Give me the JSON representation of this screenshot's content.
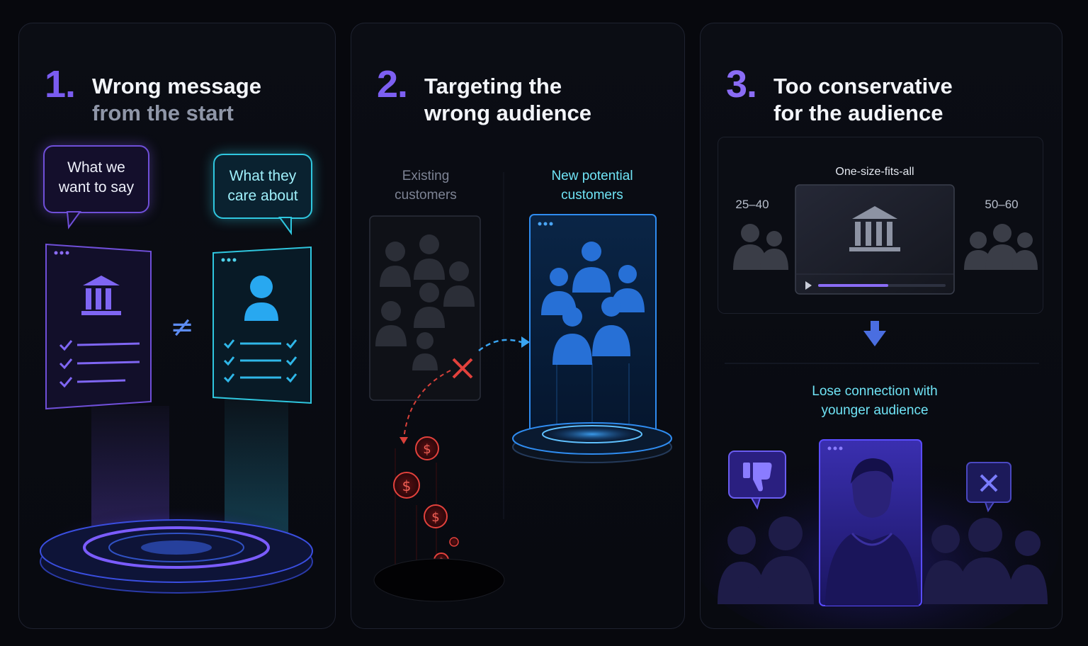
{
  "panels": [
    {
      "number": "1.",
      "title_line1": "Wrong message",
      "title_line2": "from the start",
      "bubble_left": "What we want to say",
      "bubble_left_line1": "What we",
      "bubble_left_line2": "want to say",
      "bubble_right_line1": "What they",
      "bubble_right_line2": "care about",
      "not_equal": "≠",
      "icons": [
        "bank-icon",
        "person-icon",
        "checkmark-icon"
      ]
    },
    {
      "number": "2.",
      "title_line1": "Targeting the",
      "title_line2": "wrong audience",
      "left_label_line1": "Existing",
      "left_label_line2": "customers",
      "right_label_line1": "New potential",
      "right_label_line2": "customers",
      "icons": [
        "people-group-icon",
        "cross-icon",
        "dollar-coin-icon",
        "arrow-icon"
      ]
    },
    {
      "number": "3.",
      "title_line1": "Too conservative",
      "title_line2": "for the audience",
      "video_label": "One-size-fits-all",
      "age_left": "25–40",
      "age_right": "50–60",
      "result_line1": "Lose connection with",
      "result_line2": "younger audience",
      "video_progress": 0.55,
      "icons": [
        "bank-icon",
        "play-icon",
        "down-arrow-icon",
        "thumbs-down-icon",
        "x-icon"
      ]
    }
  ],
  "colors": {
    "purple": "#7a5cf0",
    "cyan": "#2fc7df",
    "red": "#e2413c",
    "blue": "#2f7df5"
  }
}
